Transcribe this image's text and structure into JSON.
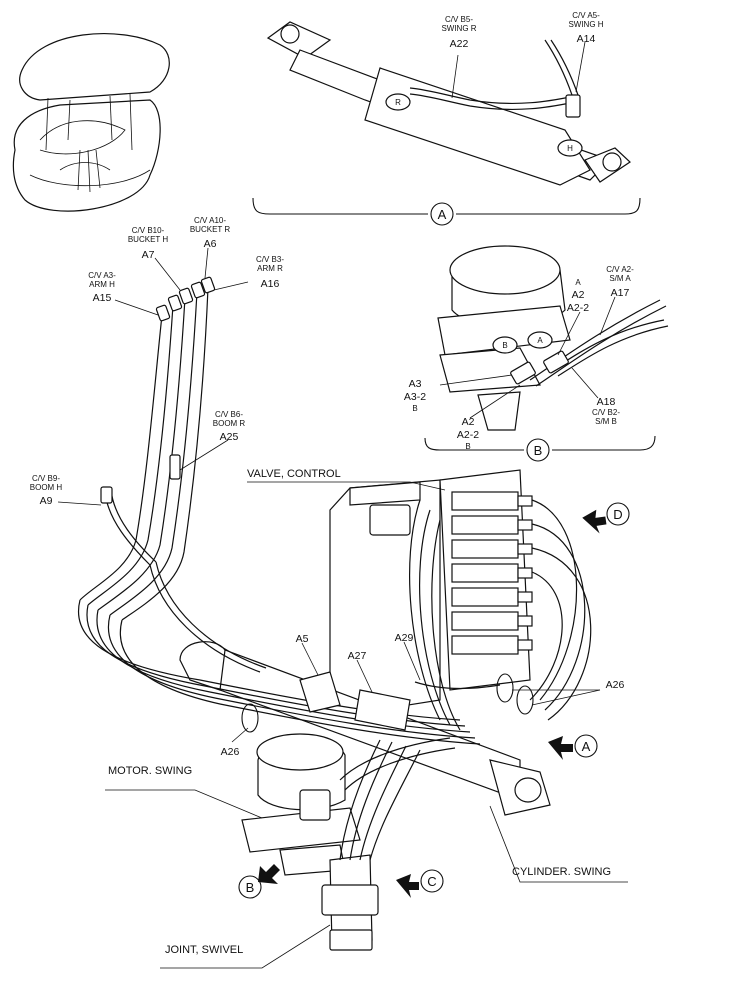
{
  "labels": {
    "a22": {
      "desc": "C/V B5-",
      "desc2": "SWING R",
      "code": "A22"
    },
    "a14": {
      "desc": "C/V A5-",
      "desc2": "SWING H",
      "code": "A14"
    },
    "a7": {
      "desc": "C/V B10-",
      "desc2": "BUCKET H",
      "code": "A7"
    },
    "a6": {
      "desc": "C/V A10-",
      "desc2": "BUCKET R",
      "code": "A6"
    },
    "a16": {
      "desc": "C/V B3-",
      "desc2": "ARM R",
      "code": "A16"
    },
    "a15": {
      "desc": "C/V A3-",
      "desc2": "ARM H",
      "code": "A15"
    },
    "a25": {
      "desc": "C/V B6-",
      "desc2": "BOOM R",
      "code": "A25"
    },
    "a9": {
      "desc": "C/V B9-",
      "desc2": "BOOM H",
      "code": "A9"
    },
    "a17": {
      "desc": "C/V A2-",
      "desc2": "S/M A",
      "code": "A17"
    },
    "a18": {
      "desc": "C/V B2-",
      "desc2": "S/M B",
      "code": "A18"
    },
    "b_a": {
      "l1": "A",
      "l2": "A2",
      "l3": "A2-2"
    },
    "b_a3": {
      "l1": "A3",
      "l2": "A3-2",
      "l3": "B"
    },
    "b_a2": {
      "l1": "A2",
      "l2": "A2-2",
      "l3": "B"
    },
    "port_r": "R",
    "port_h": "H",
    "port_b": "B",
    "port_a": "A",
    "a5": "A5",
    "a27": "A27",
    "a29": "A29",
    "a26_right": "A26",
    "a26_left": "A26"
  },
  "components": {
    "valve": "VALVE, CONTROL",
    "motor": "MOTOR. SWING",
    "cylinder": "CYLINDER. SWING",
    "joint": "JOINT, SWIVEL"
  },
  "callouts": {
    "a_detail": "A",
    "b_detail": "B",
    "d": "D",
    "a": "A",
    "b": "B",
    "c": "C"
  }
}
